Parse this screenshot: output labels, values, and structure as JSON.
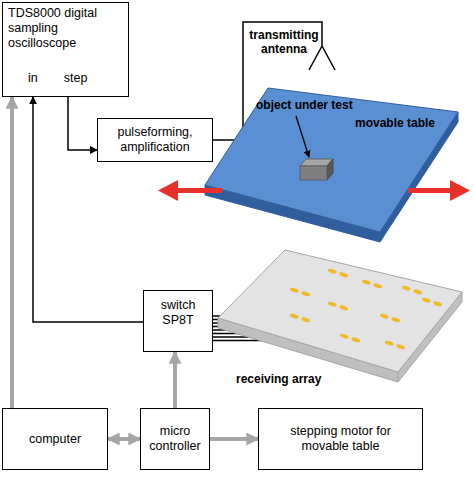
{
  "diagram": {
    "nodes": [
      {
        "text": [
          "TDS8000 digital sampling oscilloscope",
          "in",
          "step"
        ]
      },
      {
        "text": [
          "pulseforming, amplification"
        ]
      },
      {
        "text": [
          "movable table"
        ]
      },
      {
        "text": [
          "switch SP8T"
        ]
      },
      {
        "text": [
          "receiving array"
        ]
      },
      {
        "text": [
          "computer"
        ]
      },
      {
        "text": [
          "micro controller"
        ]
      },
      {
        "text": [
          "stepping motor for movable table"
        ]
      }
    ],
    "edges": [
      {
        "from": 0,
        "to": 1,
        "arrow": "to"
      },
      {
        "from": 3,
        "to": 0,
        "arrow": "to"
      },
      {
        "from": 3,
        "to": 4,
        "arrow": "none"
      },
      {
        "from": 5,
        "to": 0,
        "arrow": "to"
      },
      {
        "from": 5,
        "to": 6,
        "arrow": "both"
      },
      {
        "from": 6,
        "to": 3,
        "arrow": "to"
      },
      {
        "from": 6,
        "to": 7,
        "arrow": "to"
      }
    ],
    "labels": [
      "transmitting antenna",
      "object under test"
    ]
  }
}
